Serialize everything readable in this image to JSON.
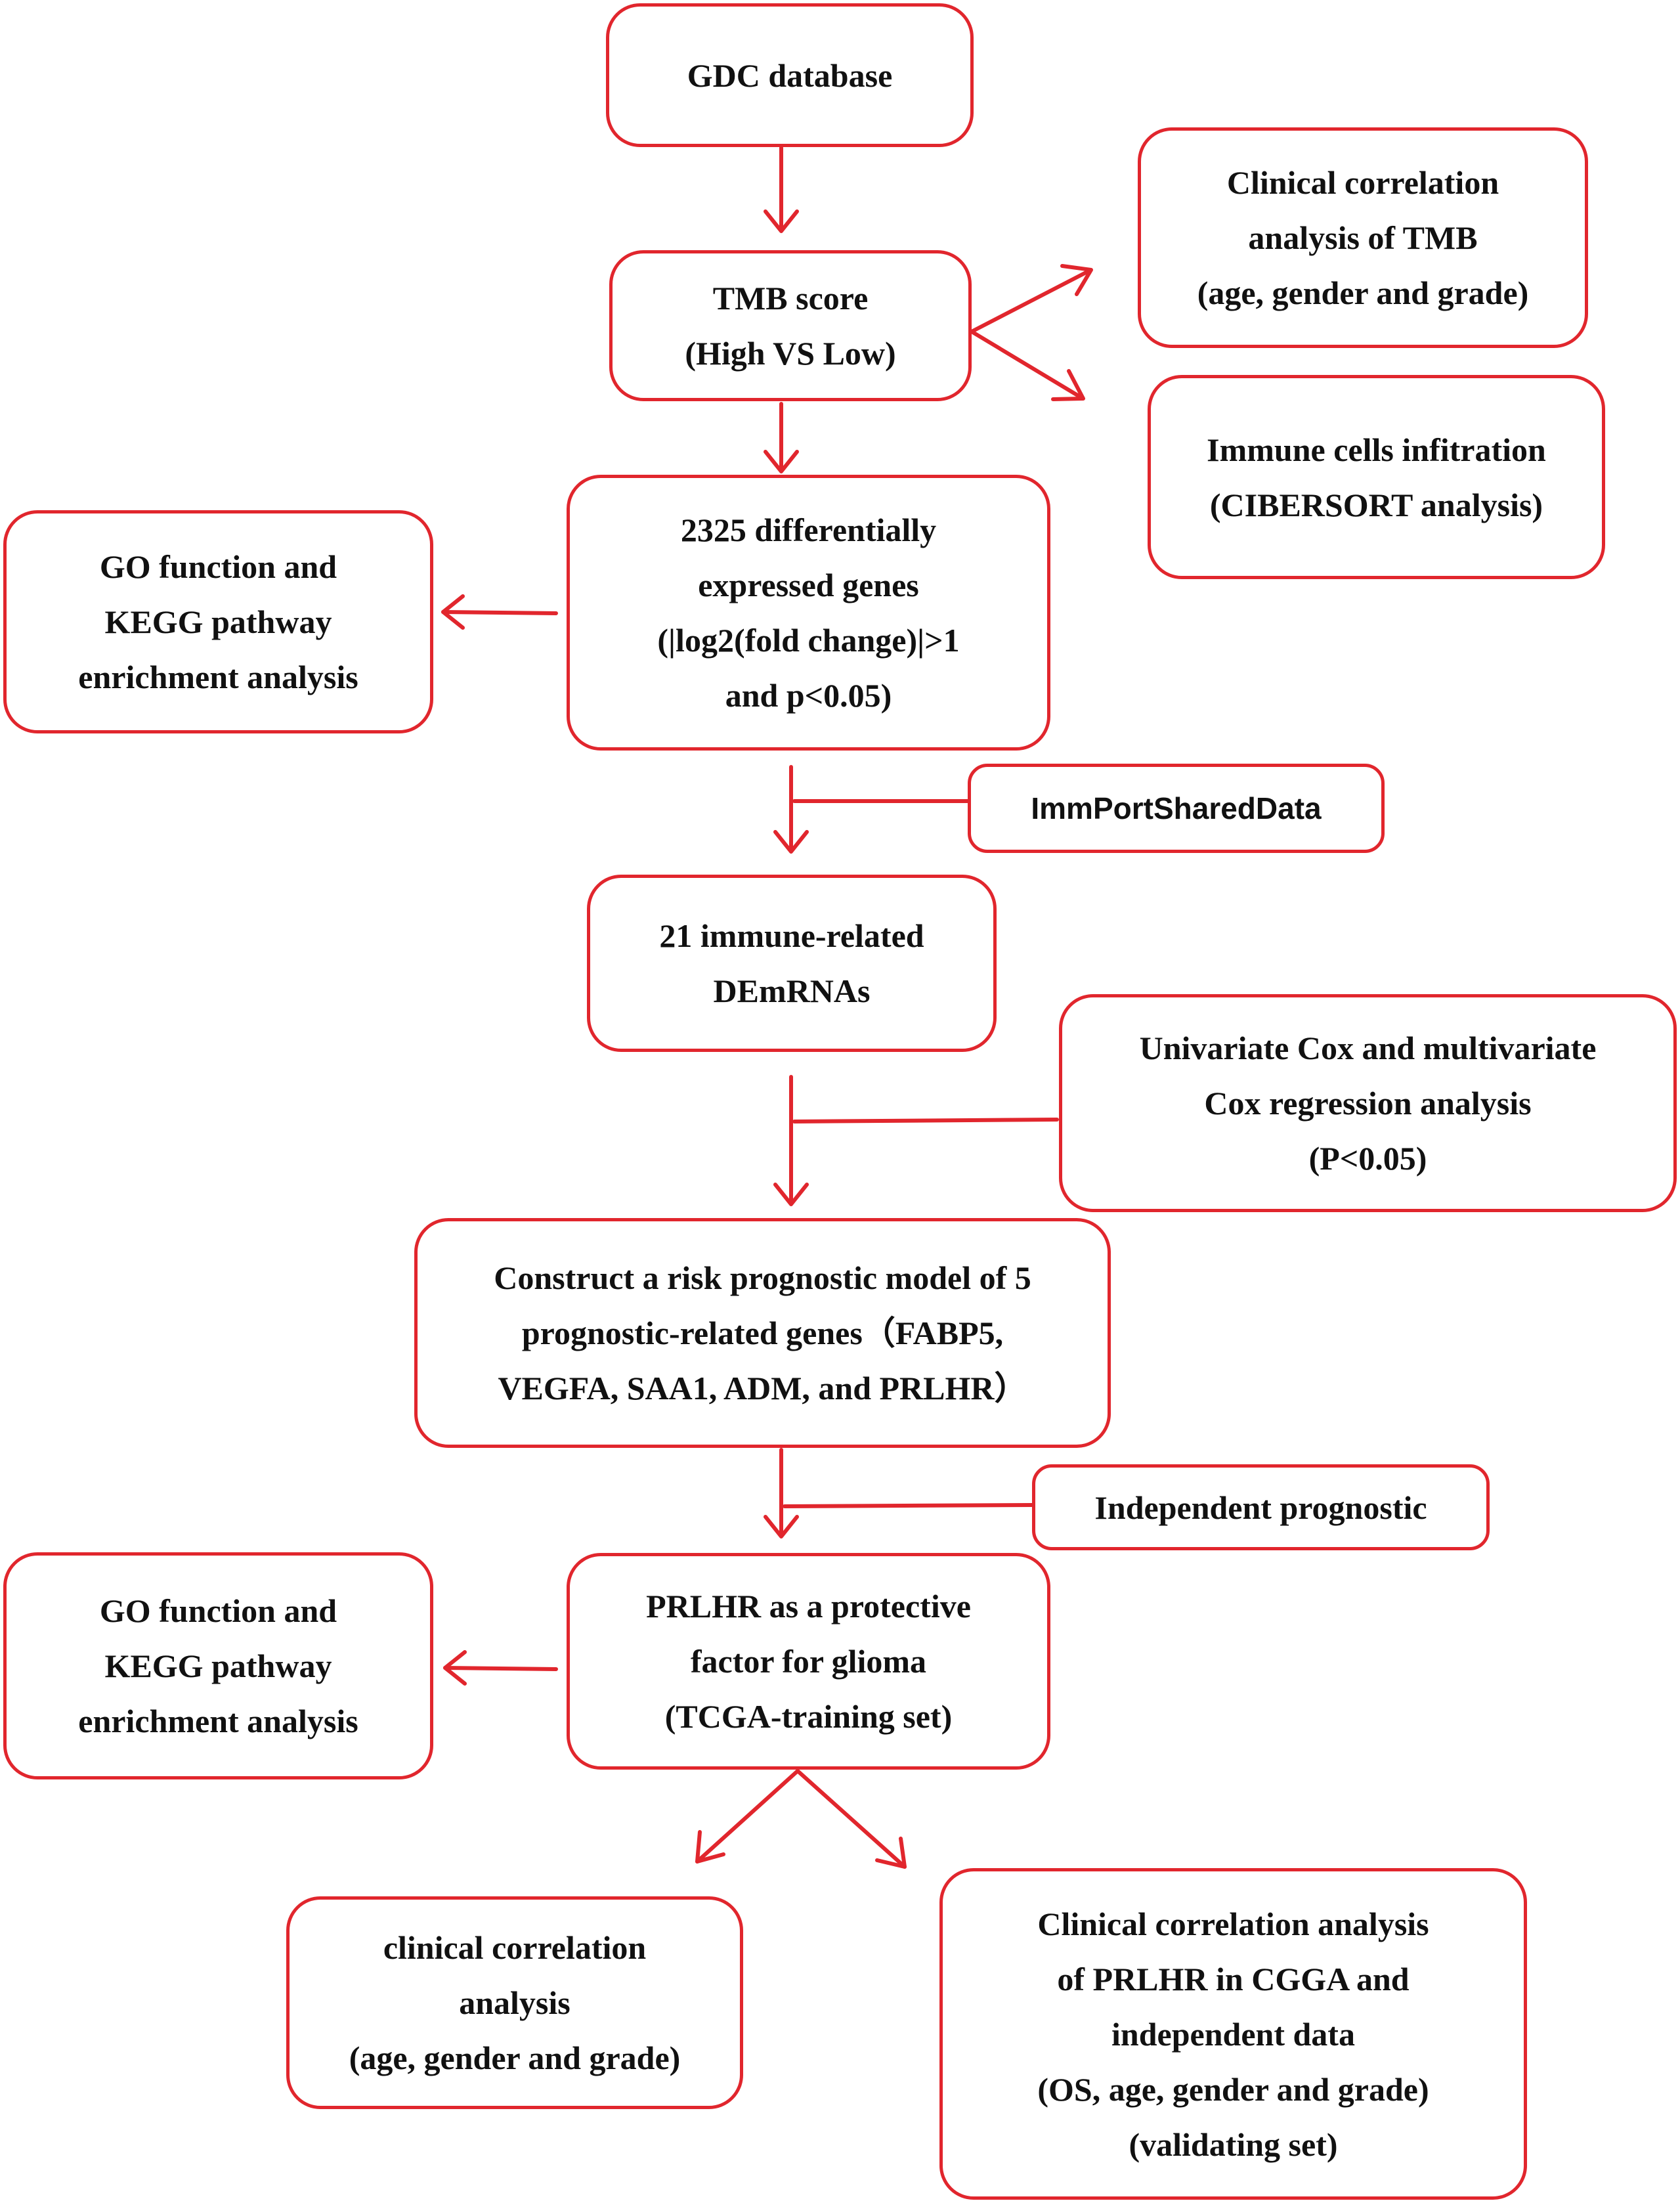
{
  "colors": {
    "line": "#e1262d",
    "text": "#111111",
    "background": "#ffffff"
  },
  "nodes": {
    "gdc": "GDC database",
    "tmb": "TMB score\n(High VS Low)",
    "clinical_tmb": "Clinical    correlation\nanalysis of TMB\n(age, gender and grade)",
    "immune": "Immune cells infitration\n(CIBERSORT analysis)",
    "deg": "2325 differentially\nexpressed genes\n(|log2(fold change)|>1\nand p<0.05)",
    "go1": "GO function and\nKEGG pathway\nenrichment analysis",
    "immport": "ImmPortSharedData",
    "immune_related": "21 immune-related\nDEmRNAs",
    "cox": "Univariate Cox    and multivariate\nCox regression analysis\n(P<0.05)",
    "model": "Construct a risk prognostic model of 5\nprognostic-related genes（FABP5,\nVEGFA, SAA1, ADM, and PRLHR）",
    "independent": "Independent prognostic",
    "prlhr": "PRLHR as a protective\nfactor for glioma\n(TCGA-training set)",
    "go2": "GO function and\nKEGG pathway\nenrichment analysis",
    "clinical": "clinical correlation\nanalysis\n(age, gender and grade)",
    "clinical_prlhr": "Clinical    correlation analysis\nof PRLHR in CGGA and\nindependent data\n(OS, age, gender and grade)\n(validating set)"
  }
}
